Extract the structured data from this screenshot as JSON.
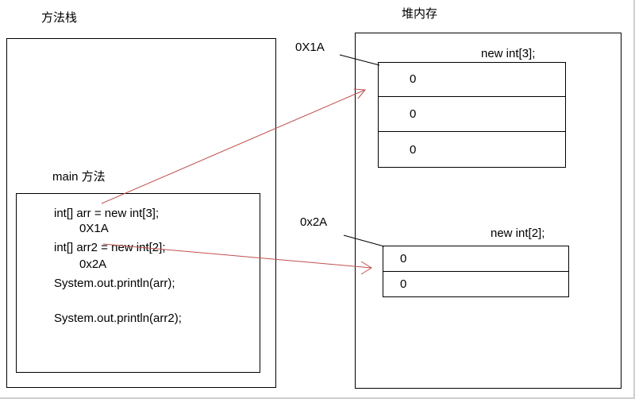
{
  "stack": {
    "title": "方法栈",
    "main_label": "main 方法",
    "code_lines": [
      "int[] arr = new int[3];",
      "0X1A",
      "int[] arr2 = new int[2];",
      "0x2A",
      "System.out.println(arr);",
      "System.out.println(arr2);"
    ]
  },
  "heap": {
    "title": "堆内存",
    "array1": {
      "address": "0X1A",
      "label": "new int[3];",
      "values": [
        "0",
        "0",
        "0"
      ]
    },
    "array2": {
      "address": "0x2A",
      "label": "new int[2];",
      "values": [
        "0",
        "0"
      ]
    }
  },
  "colors": {
    "arrow": "#c0504d",
    "border": "#000000"
  }
}
